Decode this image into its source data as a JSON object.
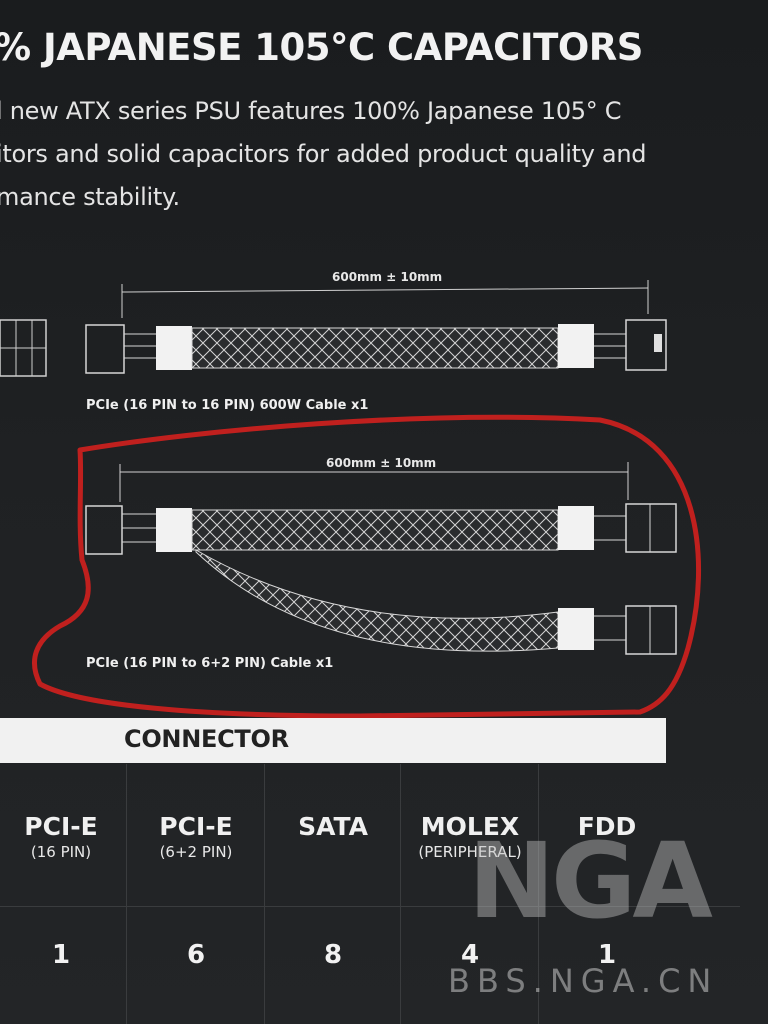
{
  "headline": "% JAPANESE 105°C CAPACITORS",
  "body_lines": [
    "l new ATX series PSU features 100% Japanese 105° C",
    "itors and solid capacitors for added product quality and",
    "mance stability."
  ],
  "cables": [
    {
      "dimension": "600mm ± 10mm",
      "caption": "PCIe (16 PIN to 16 PIN) 600W Cable x1"
    },
    {
      "dimension": "600mm ± 10mm",
      "caption": "PCIe (16 PIN to 6+2 PIN) Cable x1"
    }
  ],
  "connector_header": "CONNECTOR",
  "columns": [
    {
      "name": "PCI-E",
      "sub": "(16 PIN)",
      "count": "1"
    },
    {
      "name": "PCI-E",
      "sub": "(6+2 PIN)",
      "count": "6"
    },
    {
      "name": "SATA",
      "sub": "",
      "count": "8"
    },
    {
      "name": "MOLEX",
      "sub": "(PERIPHERAL)",
      "count": "4"
    },
    {
      "name": "FDD",
      "sub": "",
      "count": "1"
    }
  ],
  "watermark": {
    "logo": "NGA",
    "url": "BBS.NGA.CN"
  },
  "colors": {
    "background": "#1f2123",
    "highlight": "#c0201e",
    "bar": "#f1f1f1"
  }
}
